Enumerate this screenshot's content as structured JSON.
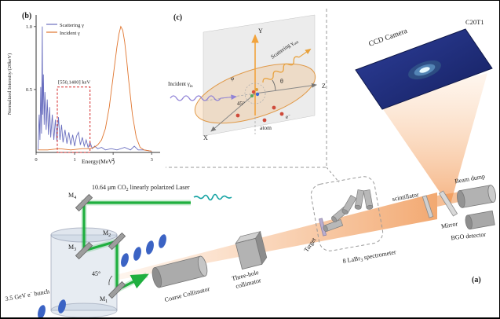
{
  "colors": {
    "laser_green": "#1faf3f",
    "beam_orange": "#ee8c42",
    "camera_navy": "#22307f",
    "electron_blue": "#3b63c4",
    "annotation_red": "#d42a2a",
    "mirror_gray": "#9d9d9d"
  },
  "chart_data": {
    "type": "line",
    "title": "",
    "xlabel": "Energy(MeV)",
    "ylabel": "Normalized Intensity/(20keV)",
    "xlim": [
      0,
      3.2
    ],
    "ylim": [
      0,
      1.08
    ],
    "x_ticks": [
      0,
      1,
      2,
      3
    ],
    "x_tick_labels": [
      "0",
      "1",
      "2",
      "3"
    ],
    "y_ticks": [
      0.5,
      1.0
    ],
    "y_tick_labels": [
      "0.5",
      "1.0"
    ],
    "grid": false,
    "legend_position": "top-left",
    "legend": [
      "Scattering γ",
      "Incident γ"
    ],
    "annotation": {
      "label": "[550,1400] keV",
      "x_range_keV": [
        550,
        1400
      ],
      "box": {
        "x0": 0.55,
        "x1": 1.4,
        "y0": 0,
        "y1": 0.52
      }
    },
    "series": [
      {
        "name": "Scattering γ",
        "color": "#6a6fbf",
        "x": [
          0.05,
          0.08,
          0.1,
          0.12,
          0.14,
          0.16,
          0.17,
          0.19,
          0.21,
          0.23,
          0.26,
          0.29,
          0.32,
          0.35,
          0.38,
          0.42,
          0.46,
          0.5,
          0.54,
          0.58,
          0.62,
          0.66,
          0.7,
          0.75,
          0.8,
          0.85,
          0.9,
          0.95,
          1.0,
          1.05,
          1.1,
          1.15,
          1.2,
          1.25,
          1.3,
          1.35,
          1.4,
          1.46,
          1.52,
          1.6,
          1.7,
          1.8,
          1.95,
          2.1,
          2.3,
          2.45,
          2.55,
          2.65,
          2.8,
          3.0
        ],
        "y": [
          0.02,
          0.3,
          0.1,
          0.52,
          0.15,
          1.0,
          0.3,
          0.62,
          0.22,
          0.48,
          0.18,
          0.42,
          0.14,
          0.36,
          0.12,
          0.3,
          0.1,
          0.26,
          0.09,
          0.28,
          0.1,
          0.22,
          0.08,
          0.18,
          0.07,
          0.16,
          0.06,
          0.14,
          0.05,
          0.13,
          0.16,
          0.06,
          0.12,
          0.05,
          0.1,
          0.04,
          0.08,
          0.03,
          0.05,
          0.03,
          0.04,
          0.02,
          0.03,
          0.02,
          0.04,
          0.02,
          0.05,
          0.02,
          0.02,
          0.01
        ]
      },
      {
        "name": "Incident γ",
        "color": "#e0752e",
        "x": [
          0.05,
          0.3,
          0.6,
          0.9,
          1.2,
          1.4,
          1.5,
          1.6,
          1.7,
          1.8,
          1.9,
          2.0,
          2.1,
          2.15,
          2.2,
          2.25,
          2.3,
          2.35,
          2.4,
          2.5,
          2.6,
          2.7,
          2.8,
          3.0
        ],
        "y": [
          0.02,
          0.02,
          0.03,
          0.02,
          0.03,
          0.03,
          0.04,
          0.06,
          0.1,
          0.19,
          0.36,
          0.6,
          0.84,
          0.94,
          1.0,
          0.97,
          0.88,
          0.74,
          0.58,
          0.3,
          0.12,
          0.04,
          0.02,
          0.01
        ]
      }
    ]
  },
  "inset_b": {
    "panel_label": "(b)"
  },
  "inset_c": {
    "panel_label": "(c)",
    "axis_x": "X",
    "axis_y": "Y",
    "axis_z": "Z",
    "incident_pre": "Incident γ",
    "incident_sub": "in",
    "scattering_pre": "Scattering γ",
    "scattering_sub": "out",
    "theta": "θ",
    "phi": "φ",
    "angle45": "45°",
    "atom": "atom",
    "electron_pre": "e",
    "electron_sup": "−"
  },
  "beamline": {
    "panel_label": "(a)",
    "laser": {
      "pre": "10.64 μm CO",
      "sub": "2",
      "post": " linearly polarized Laser"
    },
    "mirrors": {
      "prefix": "M",
      "m1": "1",
      "m2": "2",
      "m3": "3",
      "m4": "4"
    },
    "angle45": "45°",
    "ebunch": {
      "pre": "3.5 GeV e",
      "sup": "−",
      "post": " bunch"
    },
    "coarse_collimator": "Coarse Collimator",
    "three_hole_line1": "Three-hole",
    "three_hole_line2": "collimator",
    "target": "Target",
    "spectrometer": {
      "pre": "8 LaBr",
      "sub": "3",
      "post": " spectrometer"
    },
    "scintillator": "scintillator",
    "mirror": "Mirror",
    "beam_dump": "Beam dump",
    "bgo": "BGO detector",
    "ccd": "CCD Camera",
    "camera_model": "C20T1"
  }
}
